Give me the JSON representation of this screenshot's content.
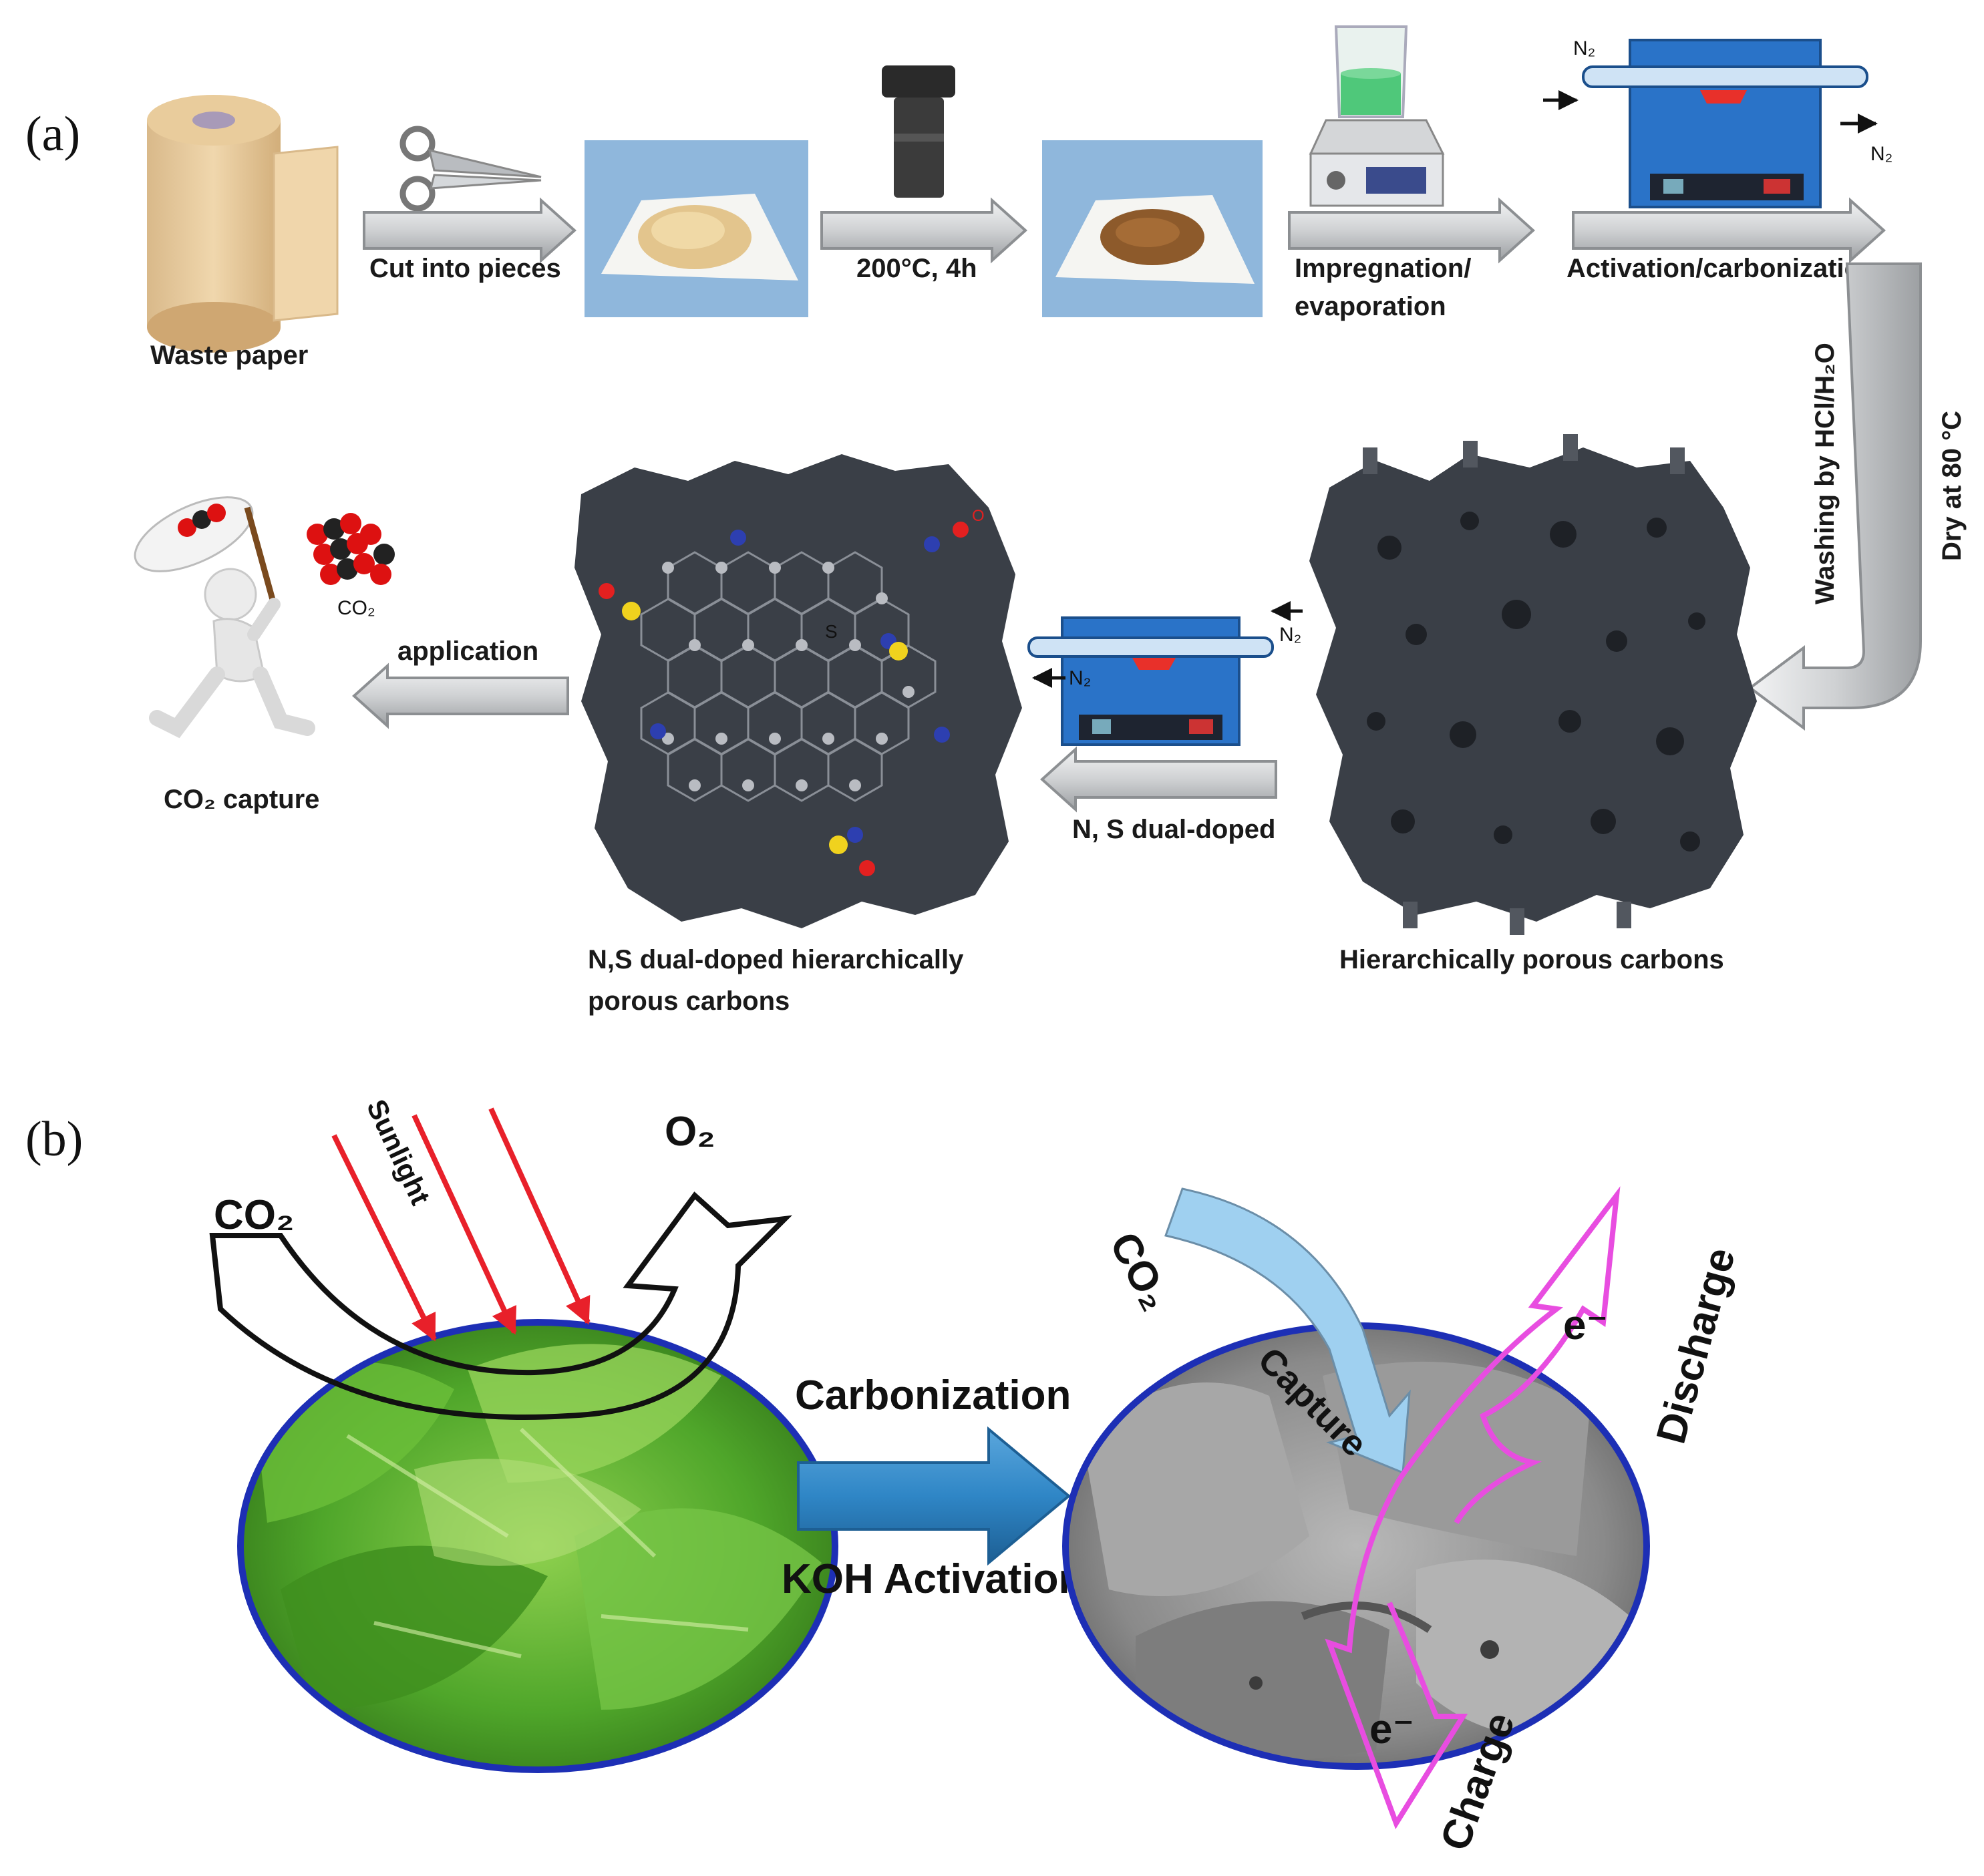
{
  "panel_a": {
    "label": "(a)",
    "steps": {
      "waste_paper": "Waste paper",
      "cut": "Cut into pieces",
      "heat": "200°C, 4h",
      "impregnation_1": "Impregnation/",
      "impregnation_2": "evaporation",
      "activation": "Activation/carbonization",
      "washing": "Washing by HCl/H₂O",
      "dry": "Dry at 80 °C",
      "hpc": "Hierarchically porous carbons",
      "doped": "N, S dual-doped",
      "nsdoped_1": "N,S dual-doped hierarchically",
      "nsdoped_2": "porous carbons",
      "application": "application",
      "co2_capture": "CO₂ capture",
      "co2_small": "CO₂",
      "n2": "N₂",
      "s_atom": "S",
      "o_atom": "O"
    }
  },
  "panel_b": {
    "label": "(b)",
    "co2_left": "CO₂",
    "o2": "O₂",
    "sunlight": "Sunlight",
    "carbonization": "Carbonization",
    "koh": "KOH Activation",
    "co2_right": "CO₂",
    "capture": "Capture",
    "electron_top": "e⁻",
    "electron_bottom": "e⁻",
    "discharge": "Discharge",
    "charge": "Charge"
  },
  "colors": {
    "arrow_gray": "#cfd1d3",
    "carbon_dark": "#3a3f47",
    "furnace_blue": "#2a73c8",
    "blue_arrow": "#2f86c6",
    "ellipse_border": "#1d2fb5",
    "magenta": "#e84de0",
    "sunlight_red": "#e8202a",
    "capture_blue": "#9fd0f0"
  }
}
